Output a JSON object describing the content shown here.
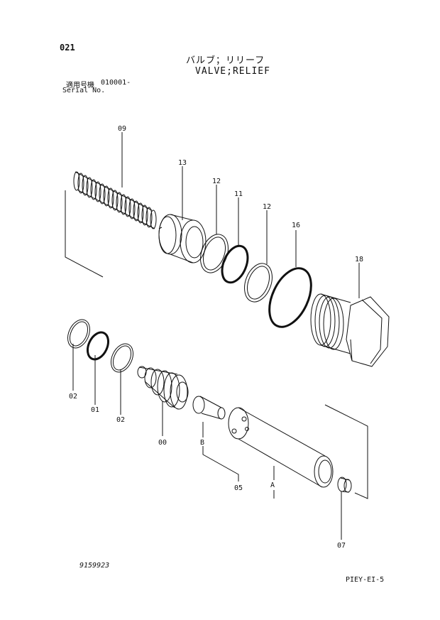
{
  "header": {
    "page_number": "021",
    "title_jp": "バルブ；リリーフ",
    "title_en": "VALVE;RELIEF",
    "serial_label_jp": "適用号機",
    "serial_range": "010001-",
    "serial_label_en": "Serial No."
  },
  "callouts": {
    "p09": "09",
    "p13": "13",
    "p12a": "12",
    "p11": "11",
    "p12b": "12",
    "p16": "16",
    "p18": "18",
    "p02a": "02",
    "p01": "01",
    "p02b": "02",
    "p00": "00",
    "pB": "B",
    "p05": "05",
    "pA": "A",
    "p07": "07"
  },
  "footer": {
    "drawing_number": "9159923",
    "document_code": "PIEY-EI-5"
  }
}
